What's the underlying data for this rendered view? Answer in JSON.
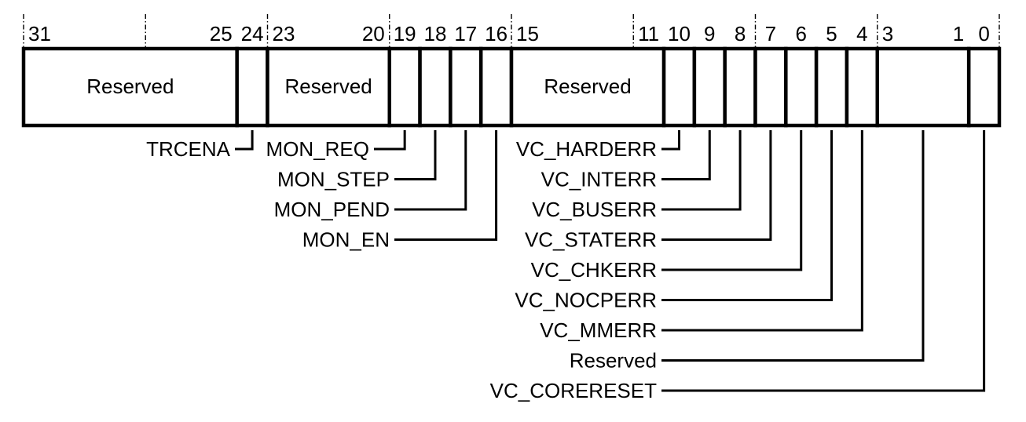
{
  "diagram": {
    "kind": "register-bitfield",
    "register_width_bits": 32,
    "colors": {
      "line": "#000000",
      "text": "#000000",
      "background": "#ffffff"
    },
    "fields": [
      {
        "msb": 31,
        "lsb": 25,
        "label": "Reserved"
      },
      {
        "msb": 24,
        "lsb": 24,
        "label": ""
      },
      {
        "msb": 23,
        "lsb": 20,
        "label": "Reserved"
      },
      {
        "msb": 19,
        "lsb": 19,
        "label": ""
      },
      {
        "msb": 18,
        "lsb": 18,
        "label": ""
      },
      {
        "msb": 17,
        "lsb": 17,
        "label": ""
      },
      {
        "msb": 16,
        "lsb": 16,
        "label": ""
      },
      {
        "msb": 15,
        "lsb": 11,
        "label": "Reserved"
      },
      {
        "msb": 10,
        "lsb": 10,
        "label": ""
      },
      {
        "msb": 9,
        "lsb": 9,
        "label": ""
      },
      {
        "msb": 8,
        "lsb": 8,
        "label": ""
      },
      {
        "msb": 7,
        "lsb": 7,
        "label": ""
      },
      {
        "msb": 6,
        "lsb": 6,
        "label": ""
      },
      {
        "msb": 5,
        "lsb": 5,
        "label": ""
      },
      {
        "msb": 4,
        "lsb": 4,
        "label": ""
      },
      {
        "msb": 3,
        "lsb": 1,
        "label": ""
      },
      {
        "msb": 0,
        "lsb": 0,
        "label": ""
      }
    ],
    "callouts": [
      {
        "label": "TRCENA",
        "msb": 24,
        "lsb": 24
      },
      {
        "label": "MON_REQ",
        "msb": 19,
        "lsb": 19
      },
      {
        "label": "MON_STEP",
        "msb": 18,
        "lsb": 18
      },
      {
        "label": "MON_PEND",
        "msb": 17,
        "lsb": 17
      },
      {
        "label": "MON_EN",
        "msb": 16,
        "lsb": 16
      },
      {
        "label": "VC_HARDERR",
        "msb": 10,
        "lsb": 10
      },
      {
        "label": "VC_INTERR",
        "msb": 9,
        "lsb": 9
      },
      {
        "label": "VC_BUSERR",
        "msb": 8,
        "lsb": 8
      },
      {
        "label": "VC_STATERR",
        "msb": 7,
        "lsb": 7
      },
      {
        "label": "VC_CHKERR",
        "msb": 6,
        "lsb": 6
      },
      {
        "label": "VC_NOCPERR",
        "msb": 5,
        "lsb": 5
      },
      {
        "label": "VC_MMERR",
        "msb": 4,
        "lsb": 4
      },
      {
        "label": "Reserved",
        "msb": 3,
        "lsb": 1
      },
      {
        "label": "VC_CORERESET",
        "msb": 0,
        "lsb": 0
      }
    ]
  }
}
